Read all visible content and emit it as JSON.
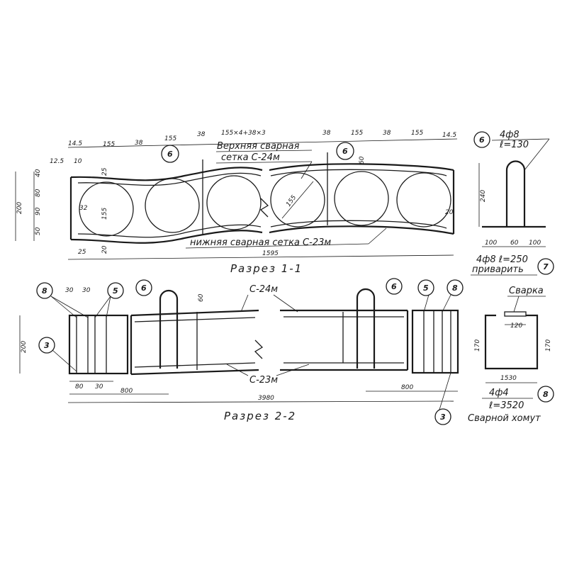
{
  "section_1_1": {
    "title": "Разрез 1-1",
    "top_mesh_label_1": "Верхняя сварная",
    "top_mesh_label_2": "сетка С-24м",
    "bottom_mesh_label": "нижняя сварная сетка С-23м",
    "dims_top": [
      "14.5",
      "155",
      "38",
      "155",
      "38",
      "155×4+38×3",
      "38",
      "155",
      "38",
      "155",
      "14.5"
    ],
    "dim_12_5": "12.5",
    "dim_10": "10",
    "dims_left": [
      "40",
      "80",
      "90",
      "50"
    ],
    "dim_height": "200",
    "dim_25": "25",
    "dim_32": "32",
    "dim_155_left": "155",
    "dim_155_right": "155",
    "dim_20_bottom": "20",
    "dim_25_bottom": "25",
    "dim_length": "1595",
    "dim_60": "60",
    "dim_20_right": "20",
    "marker_6": "6"
  },
  "bar_detail": {
    "marker": "6",
    "label_top_1": "4ф8",
    "label_top_2": "ℓ=130",
    "dim_240": "240",
    "dim_100a": "100",
    "dim_60": "60",
    "dim_100b": "100",
    "label_bottom": "4ф8 ℓ=250",
    "weld_label": "приварить",
    "marker_7": "7"
  },
  "section_2_2": {
    "title": "Разрез 2-2",
    "dims_30": [
      "30",
      "30"
    ],
    "dim_200": "200",
    "dim_60": "60",
    "mesh_top": "С-24м",
    "mesh_bottom": "С-23м",
    "dim_80": "80",
    "dim_30b": "30",
    "dim_800_left": "800",
    "dim_800_right": "800",
    "dim_length": "3980",
    "markers": [
      "8",
      "5",
      "6",
      "6",
      "5",
      "8",
      "3",
      "3"
    ]
  },
  "stirrup": {
    "weld_label": "Сварка",
    "dim_120": "120",
    "dim_170_left": "170",
    "dim_170_right": "170",
    "dim_1530": "1530",
    "label_bar": "4ф4",
    "label_len": "ℓ=3520",
    "marker_8": "8",
    "title": "Сварной хомут"
  }
}
